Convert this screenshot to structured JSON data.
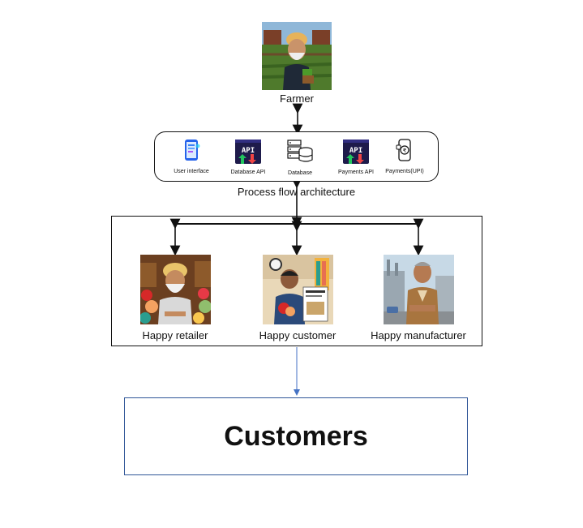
{
  "farmer": {
    "label": "Farmer"
  },
  "architecture": {
    "label": "Process flow architecture",
    "components": [
      {
        "label": "User interface",
        "icon": "phone-ui-icon"
      },
      {
        "label": "Database API",
        "icon": "api-icon",
        "badge": "API"
      },
      {
        "label": "Database",
        "icon": "database-icon"
      },
      {
        "label": "Payments API",
        "icon": "api-icon",
        "badge": "API"
      },
      {
        "label": "Payments(UPI)",
        "icon": "payment-phone-icon"
      }
    ]
  },
  "stakeholders": [
    {
      "label": "Happy retailer"
    },
    {
      "label": "Happy customer"
    },
    {
      "label": "Happy manufacturer"
    }
  ],
  "customers": {
    "label": "Customers"
  },
  "colors": {
    "line": "#111111",
    "connector_blue": "#4472c4",
    "box_blue": "#2f5597",
    "api_green": "#22c55e",
    "api_red": "#ef4444"
  }
}
